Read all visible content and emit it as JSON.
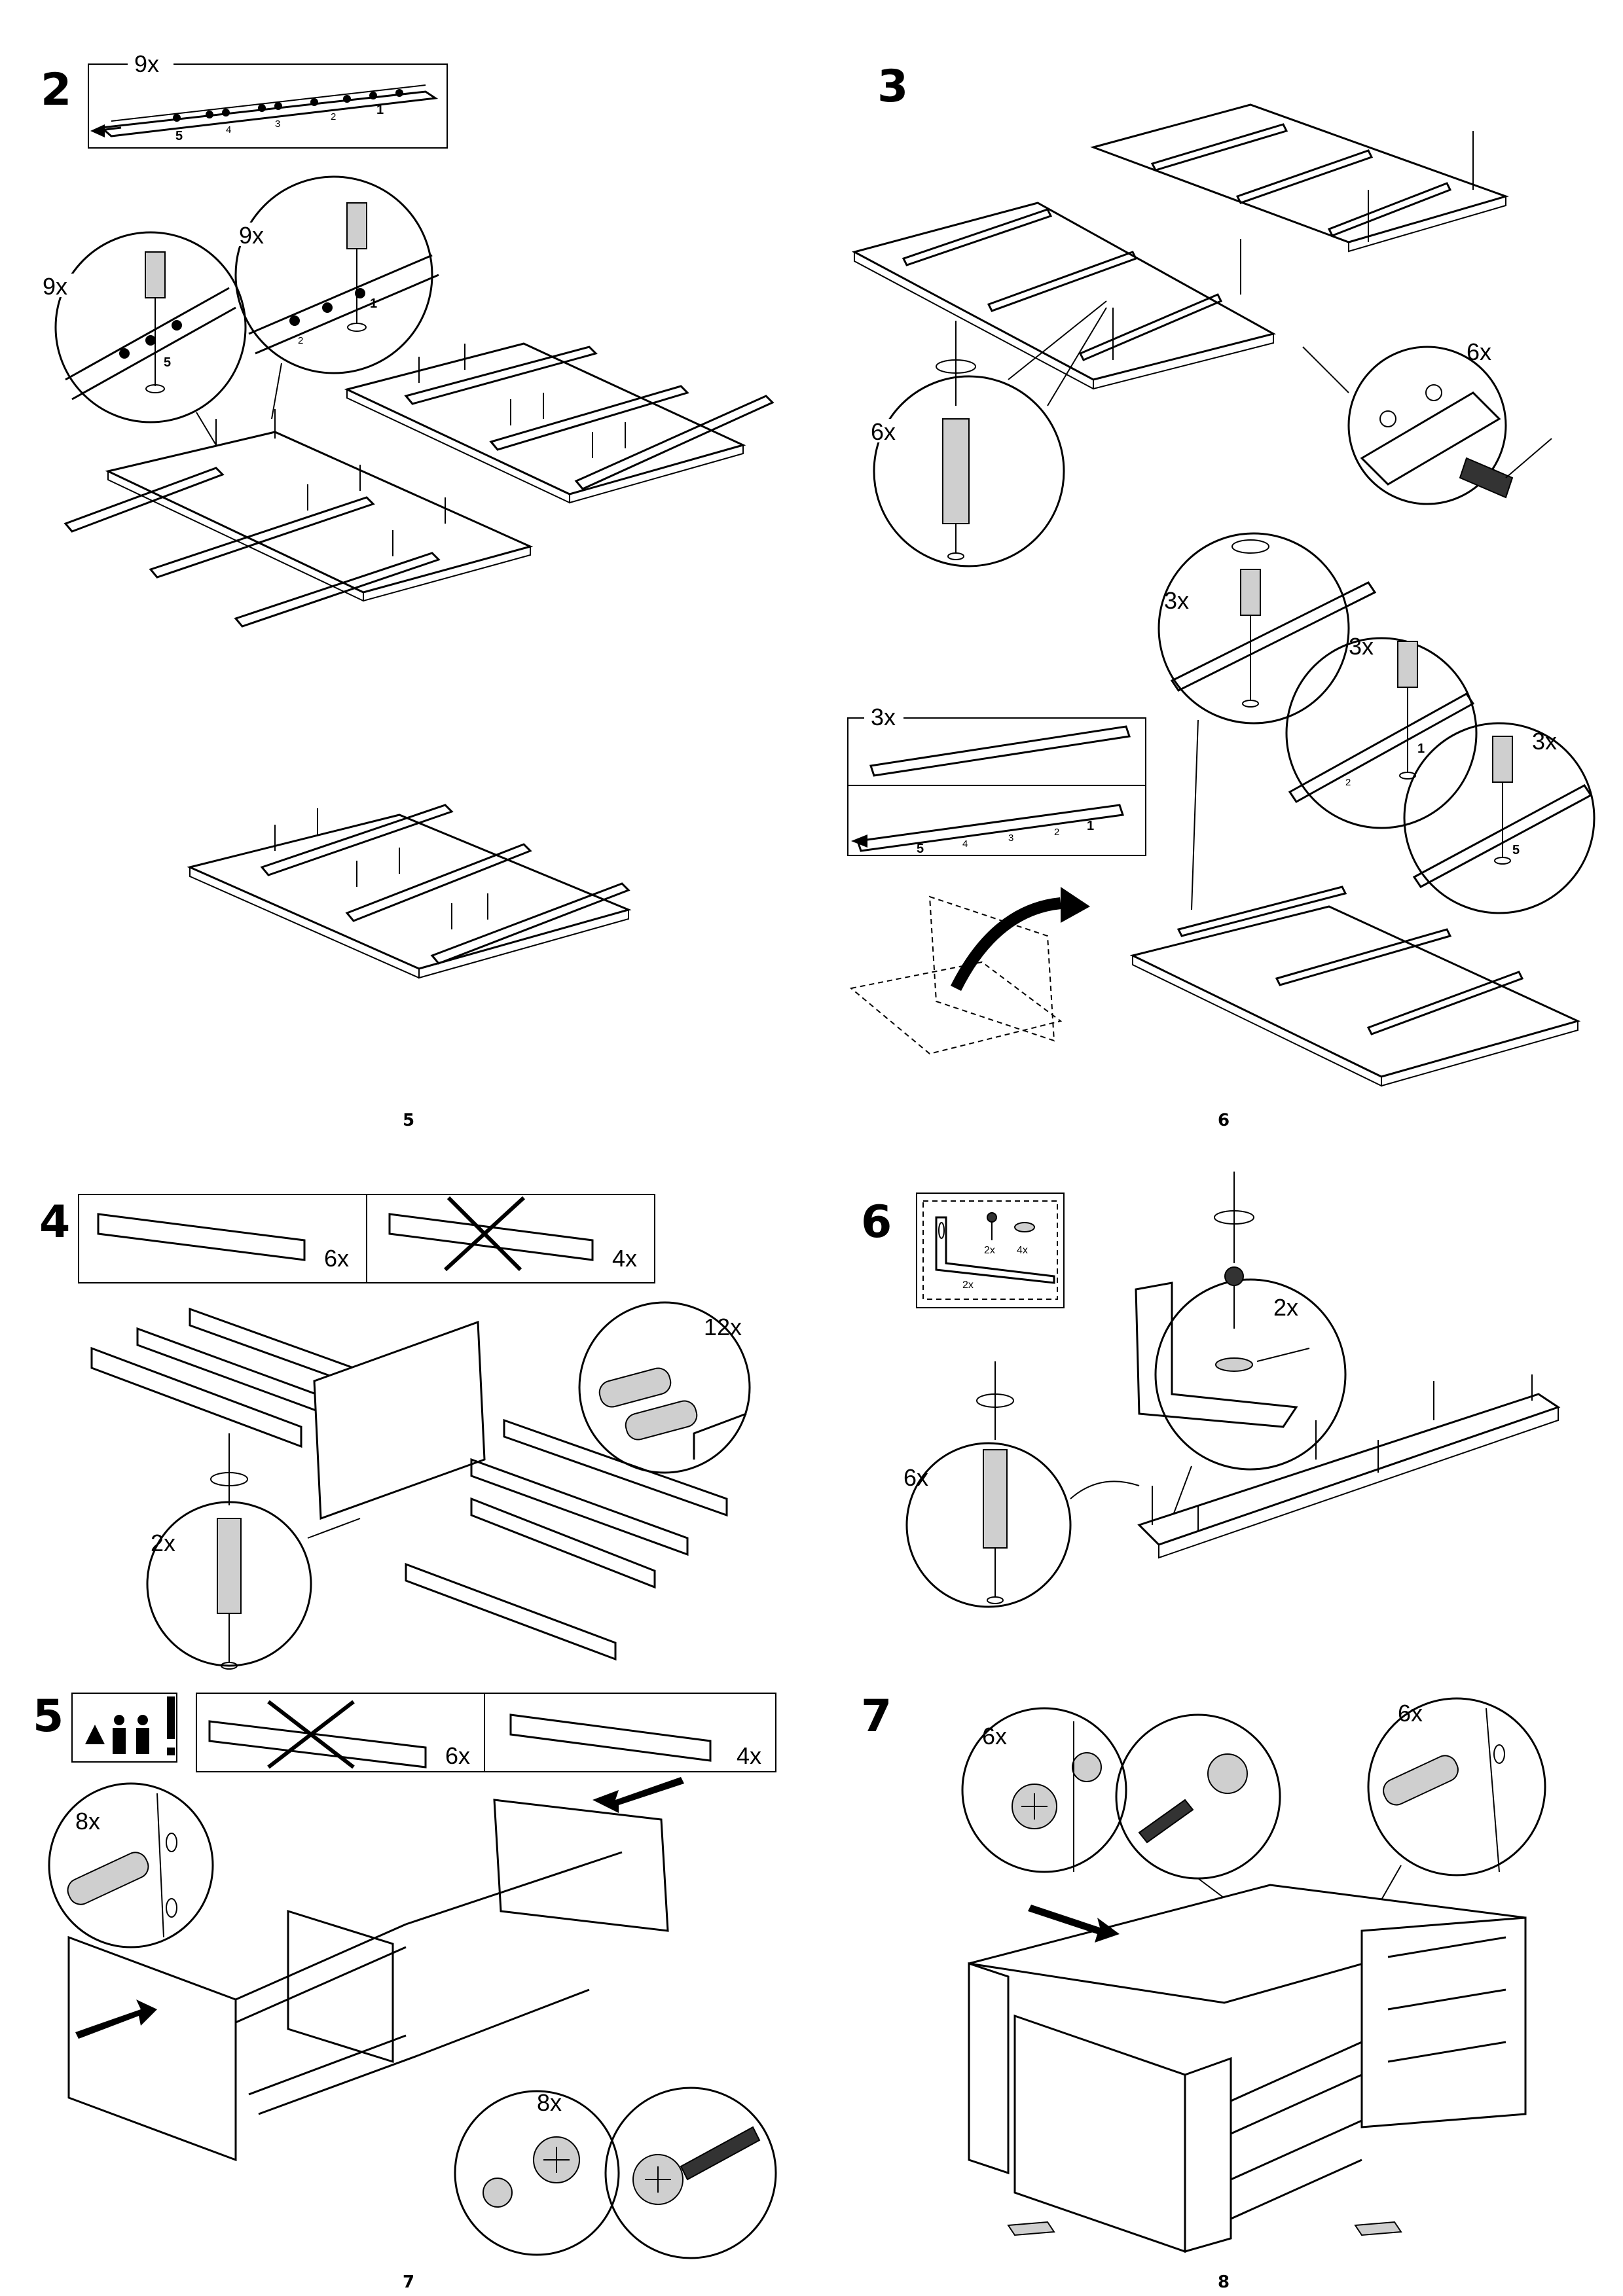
{
  "pages": [
    {
      "number": "5"
    },
    {
      "number": "6"
    },
    {
      "number": "7"
    },
    {
      "number": "8"
    }
  ],
  "steps": {
    "s2": {
      "number": "2",
      "qty_box": "9x",
      "qty_left": "9x",
      "qty_right": "9x",
      "hole_labels": [
        "5",
        "4",
        "3",
        "2",
        "1"
      ],
      "zoom_label_left": "5",
      "zoom_label_right_a": "1",
      "zoom_label_right_b": "2"
    },
    "s3": {
      "number": "3",
      "qty_cam": "6x",
      "qty_dowel": "6x",
      "qty_box": "3x",
      "qty_zoom_a": "3x",
      "qty_zoom_b": "3x",
      "qty_zoom_c": "3x",
      "hole_labels": [
        "5",
        "4",
        "3",
        "2",
        "1"
      ],
      "zoom_label_b_a": "1",
      "zoom_label_b_b": "2",
      "zoom_label_c": "5"
    },
    "s4": {
      "number": "4",
      "qty_ok": "6x",
      "qty_no": "4x",
      "qty_pegs": "12x",
      "qty_cam": "2x"
    },
    "s5": {
      "number": "5",
      "qty_no": "6x",
      "qty_ok": "4x",
      "qty_pegs": "8x",
      "qty_cam": "8x"
    },
    "s6": {
      "number": "6",
      "qty_screw_small": "2x",
      "qty_washer_small": "4x",
      "qty_bracket_small": "2x",
      "qty_screw": "2x",
      "qty_cam": "6x"
    },
    "s7": {
      "number": "7",
      "qty_cam": "6x",
      "qty_dowel": "6x"
    }
  }
}
